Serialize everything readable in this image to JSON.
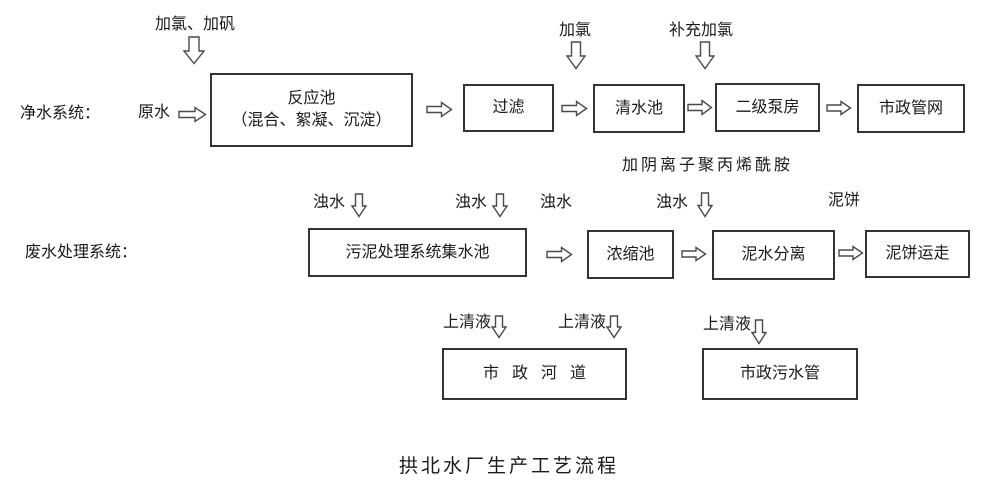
{
  "title": "拱北水厂生产工艺流程",
  "purification": {
    "section_label": "净水系统：",
    "raw_water_label": "原水",
    "chlorine_alum_label": "加氯、加矾",
    "chlorine_label": "加氯",
    "supplement_chlorine_label": "补充加氯",
    "boxes": {
      "reaction_line1": "反应池",
      "reaction_line2": "（混合、絮凝、沉淀）",
      "filtration": "过滤",
      "clear_water_tank": "清水池",
      "secondary_pump_house": "二级泵房",
      "municipal_pipe_network": "市政管网"
    }
  },
  "wastewater": {
    "section_label": "废水处理系统：",
    "polyacrylamide_label": "加阴离子聚丙烯酰胺",
    "turbid_water_label": "浊水",
    "mud_cake_label": "泥饼",
    "supernatant_label": "上清液",
    "boxes": {
      "sludge_collection_tank": "污泥处理系统集水池",
      "thickening_tank": "浓缩池",
      "mud_water_separation": "泥水分离",
      "mud_cake_removal": "泥饼运走",
      "municipal_river": "市政河道",
      "municipal_sewage_pipe": "市政污水管"
    }
  },
  "colors": {
    "text": "#1a1a1a",
    "border": "#333333",
    "background": "#ffffff"
  }
}
